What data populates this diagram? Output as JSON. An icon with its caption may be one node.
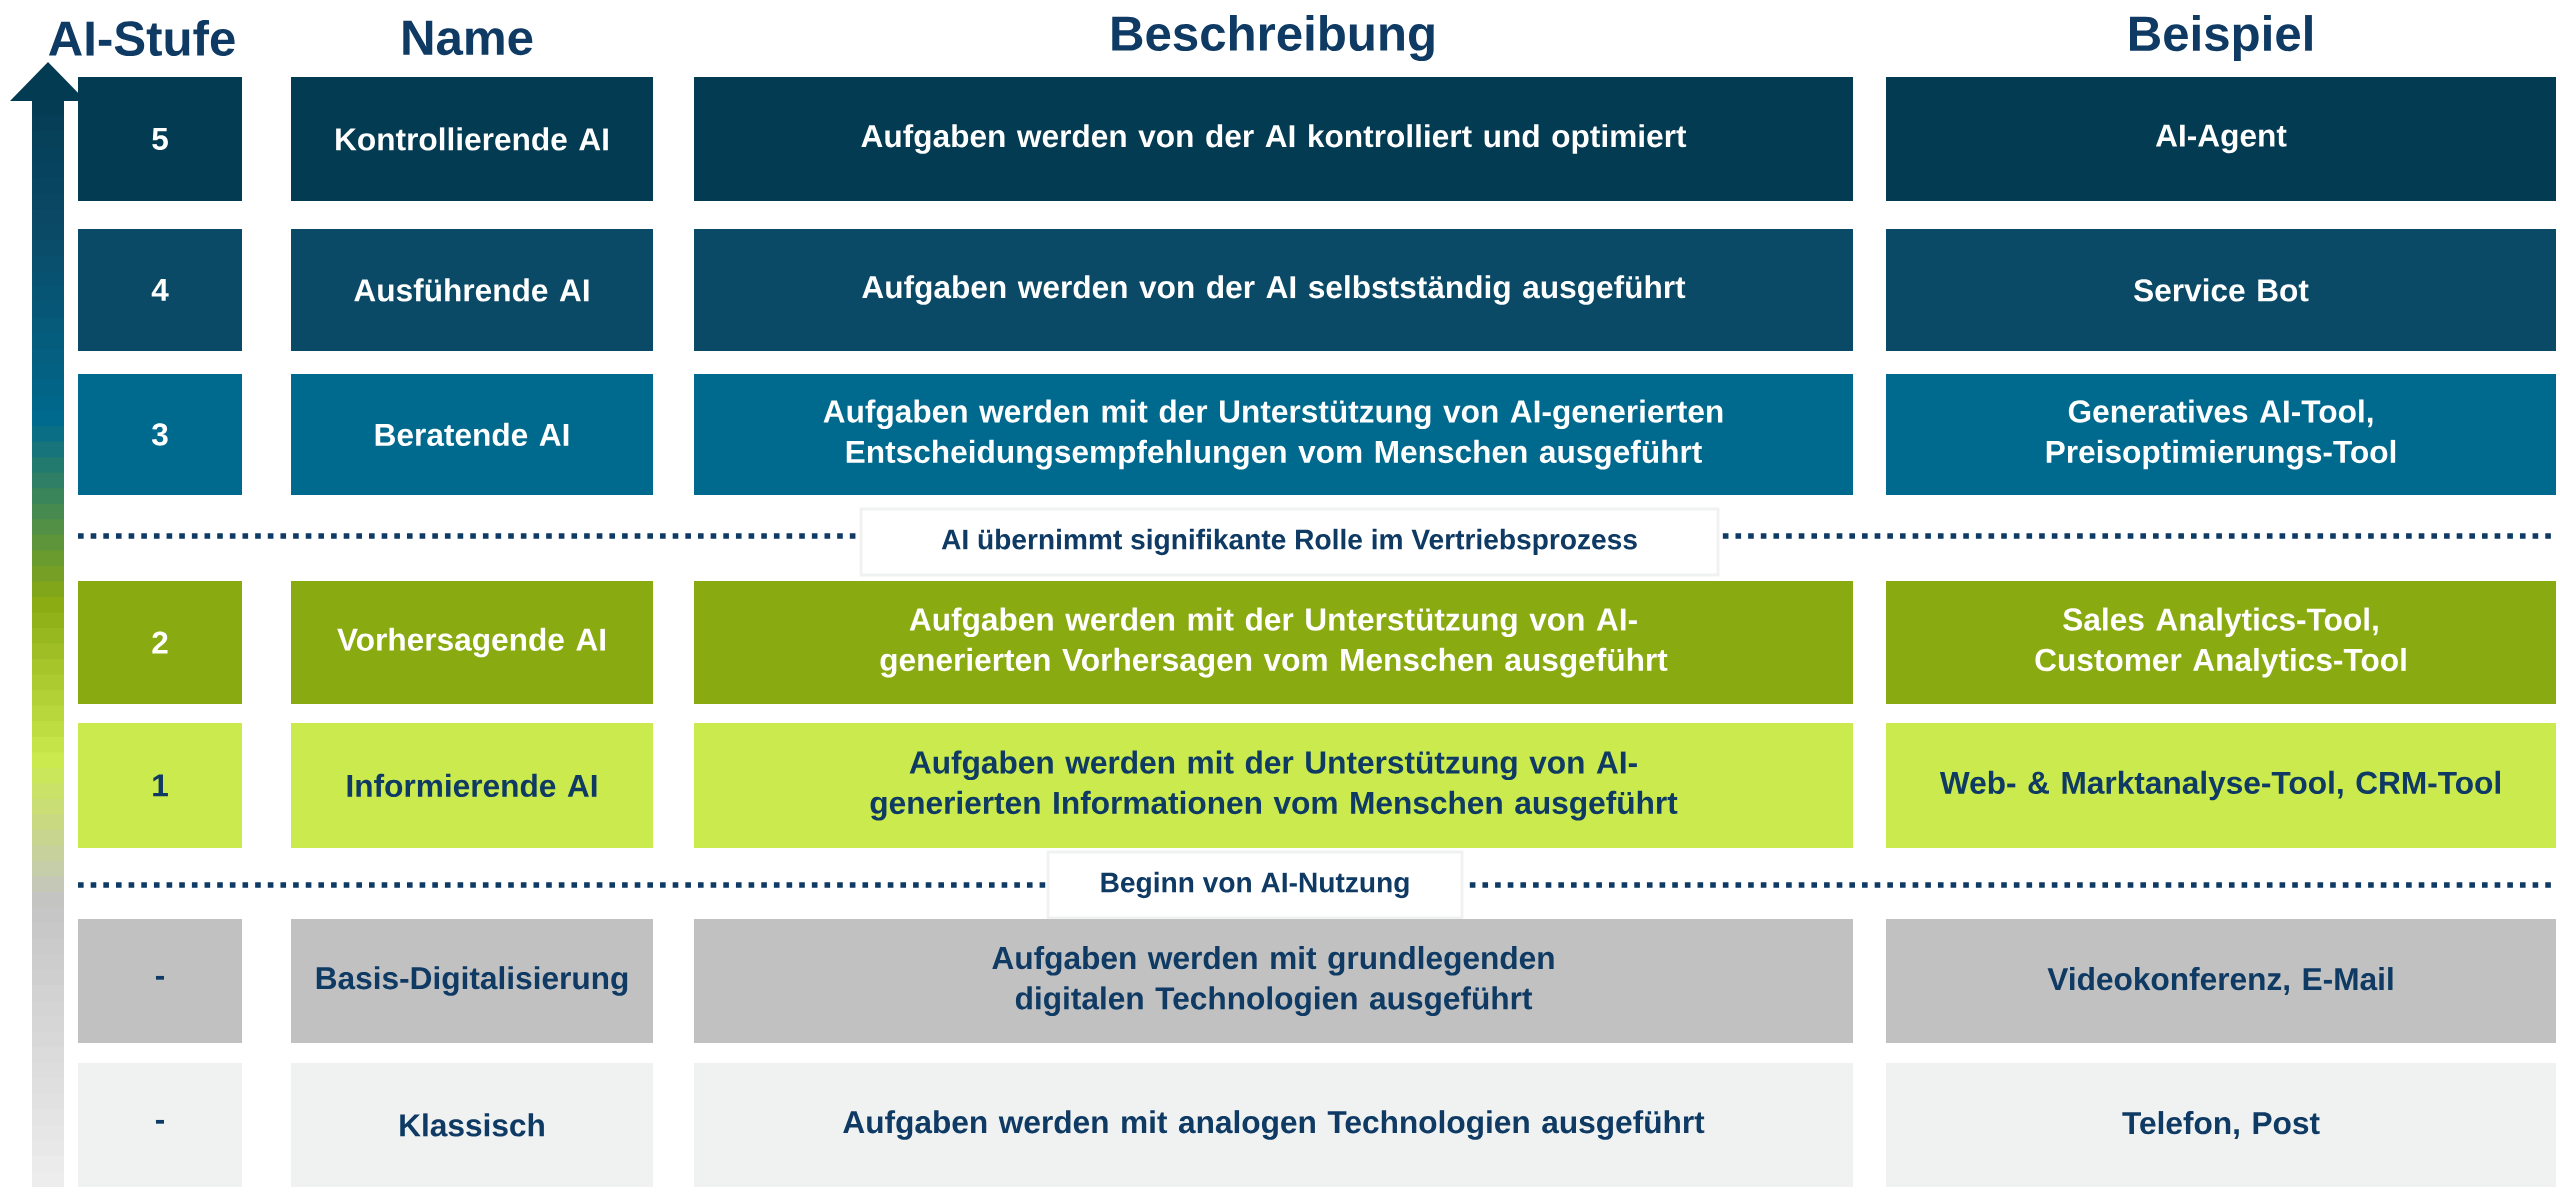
{
  "diagram": {
    "nodes": [
      {
        "text": [
          "5"
        ]
      },
      {
        "text": [
          "Kontrollierende AI"
        ]
      },
      {
        "text": [
          "Aufgaben werden von der AI kontrolliert und optimiert"
        ]
      },
      {
        "text": [
          "AI-Agent"
        ]
      },
      {
        "text": [
          "4"
        ]
      },
      {
        "text": [
          "Ausführende AI"
        ]
      },
      {
        "text": [
          "Aufgaben werden von der AI selbstständig ausgeführt"
        ]
      },
      {
        "text": [
          "Service Bot"
        ]
      },
      {
        "text": [
          "3"
        ]
      },
      {
        "text": [
          "Beratende AI"
        ]
      },
      {
        "text": [
          "Aufgaben werden mit der Unterstützung von AI-generierten Entscheidungsempfehlungen vom Menschen ausgeführt"
        ]
      },
      {
        "text": [
          "Generatives AI-Tool, Preisoptimierungs-Tool"
        ]
      },
      {
        "text": [
          "AI übernimmt signifikante Rolle im Vertriebsprozess"
        ]
      },
      {
        "text": [
          "2"
        ]
      },
      {
        "text": [
          "Vorhersagende AI"
        ]
      },
      {
        "text": [
          "Aufgaben werden mit der Unterstützung von AI-generierten Vorhersagen vom Menschen ausgeführt"
        ]
      },
      {
        "text": [
          "Sales Analytics-Tool, Customer Analytics-Tool"
        ]
      },
      {
        "text": [
          "1"
        ]
      },
      {
        "text": [
          "Informierende AI"
        ]
      },
      {
        "text": [
          "Aufgaben werden mit der Unterstützung von AI-generierten Informationen vom Menschen ausgeführt"
        ]
      },
      {
        "text": [
          "Web- & Marktanalyse-Tool, CRM-Tool"
        ]
      },
      {
        "text": [
          "Beginn von AI-Nutzung"
        ]
      },
      {
        "text": [
          "-"
        ]
      },
      {
        "text": [
          "Basis-Digitalisierung"
        ]
      },
      {
        "text": [
          "Aufgaben werden mit grundlegenden digitalen Technologien ausgeführt"
        ]
      },
      {
        "text": [
          "Videokonferenz, E-Mail"
        ]
      },
      {
        "text": [
          "-"
        ]
      },
      {
        "text": [
          "Klassisch"
        ]
      },
      {
        "text": [
          "Aufgaben werden mit analogen Technologien ausgeführt"
        ]
      },
      {
        "text": [
          "Telefon, Post"
        ]
      }
    ],
    "labels": [
      "AI-Stufe",
      "Name",
      "Beschreibung",
      "Beispiel"
    ]
  }
}
